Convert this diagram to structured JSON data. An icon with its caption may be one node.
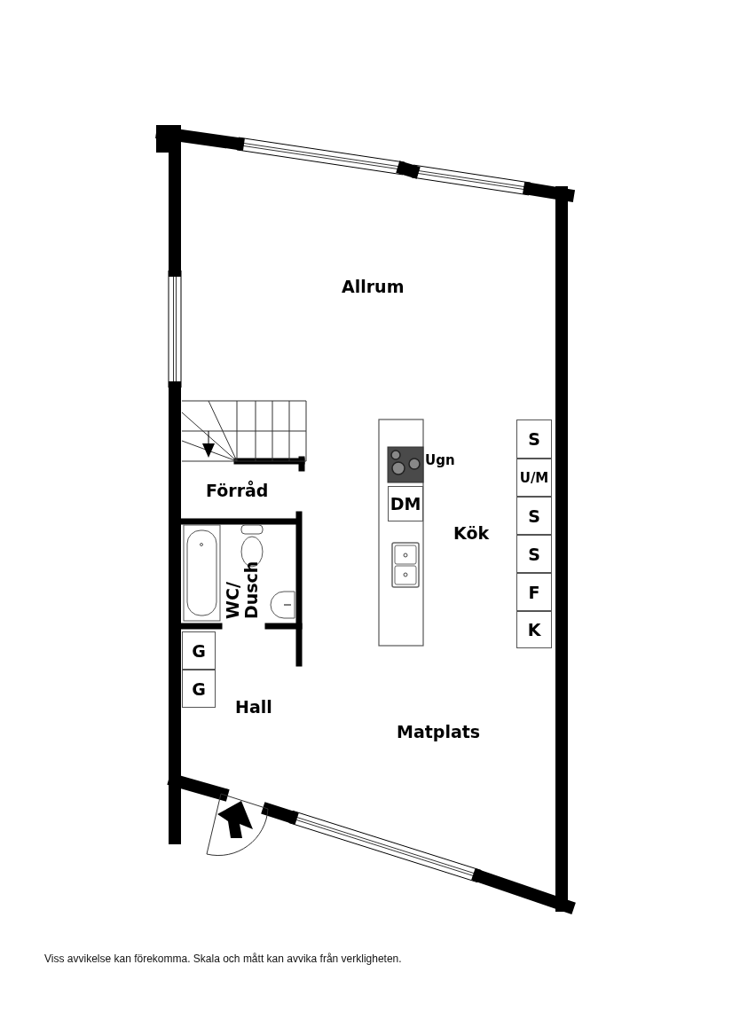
{
  "diagram": {
    "caption": "Viss avvikelse kan förekomma. Skala och mått kan avvika från verkligheten.",
    "nodes": [
      {
        "text": [
          "S"
        ]
      },
      {
        "text": [
          "U/M"
        ]
      },
      {
        "text": [
          "DM"
        ]
      },
      {
        "text": [
          "S"
        ]
      },
      {
        "text": [
          "S"
        ]
      },
      {
        "text": [
          "F"
        ]
      },
      {
        "text": [
          "K"
        ]
      },
      {
        "text": [
          "G"
        ]
      },
      {
        "text": [
          "G"
        ]
      }
    ],
    "labels": [
      "Allrum",
      "Ugn",
      "Förråd",
      "Kök",
      "WC/ Dusch",
      "Hall",
      "Matplats"
    ]
  }
}
